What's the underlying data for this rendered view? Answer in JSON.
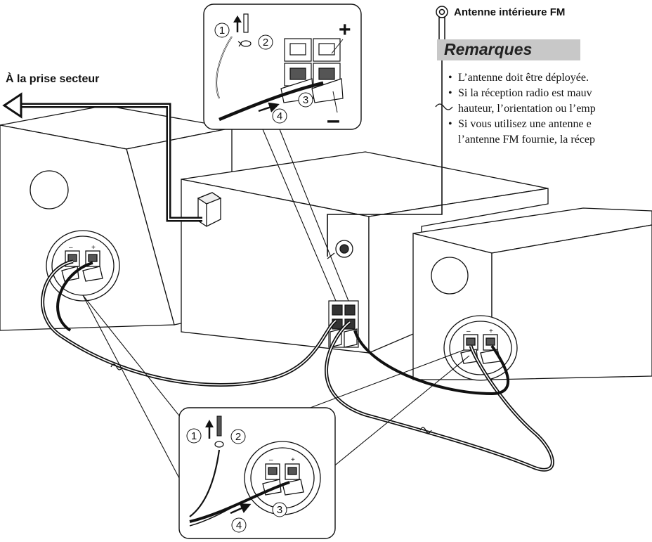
{
  "labels": {
    "ac_outlet": "À la prise secteur",
    "fm_antenna": "Antenne intérieure FM",
    "plus_sign": "+",
    "minus_sign": "–"
  },
  "remarks": {
    "title": "Remarques",
    "bullet": "•",
    "lines": [
      "L’antenne doit être déployée.",
      "Si la réception radio est mauv",
      "hauteur, l’orientation ou l’emp",
      "Si vous utilisez une antenne e",
      "l’antenne FM fournie, la récep"
    ]
  },
  "steps": {
    "top": [
      "1",
      "2",
      "3",
      "4"
    ],
    "bottom": [
      "1",
      "2",
      "3",
      "4"
    ]
  },
  "terminal_marks": {
    "minus": "–",
    "plus": "+"
  },
  "colors": {
    "line": "#111111",
    "shade": "#c8c8c8",
    "background": "#ffffff"
  },
  "icons": [
    "arrow-left-icon",
    "plug-icon",
    "antenna-ring-icon",
    "twist-icon",
    "push-arrow-icon",
    "cable-tie-icon"
  ]
}
